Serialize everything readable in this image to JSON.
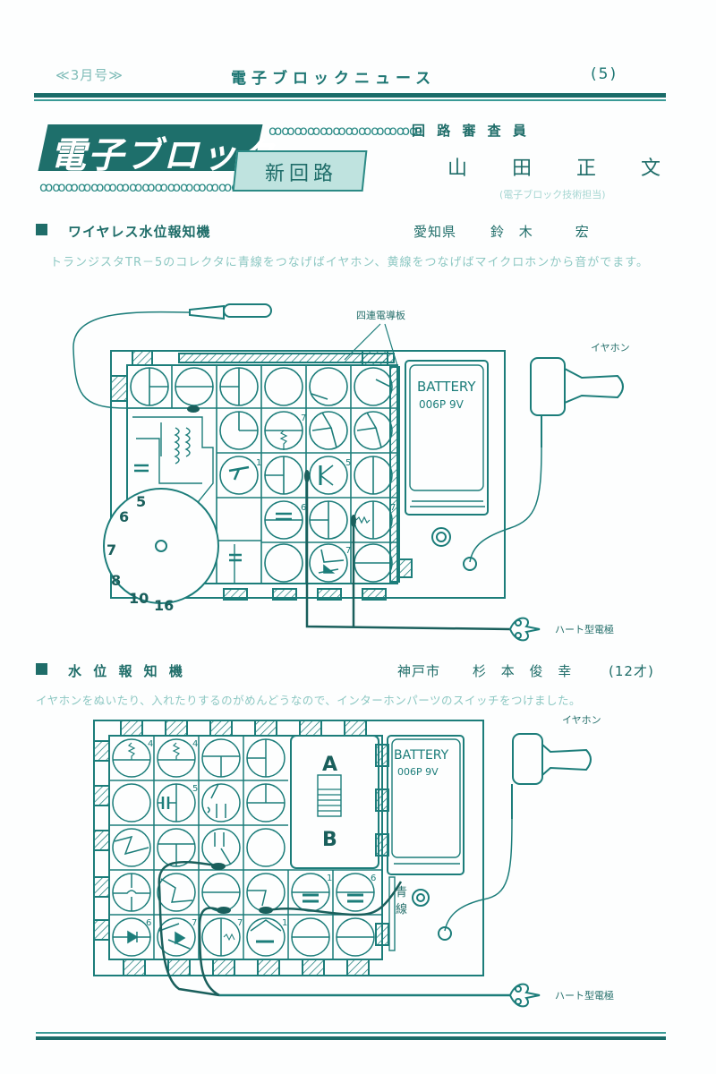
{
  "header": {
    "issue": "≪3月号≫",
    "title": "電子ブロックニュース",
    "page": "(5)"
  },
  "banner": {
    "logo": "電子ブロック",
    "subtitle": "新回路",
    "reviewer_role": "回 路 審 査 員",
    "reviewer_name": "山　田　正　文",
    "reviewer_note": "(電子ブロック技術担当)"
  },
  "article1": {
    "title": "ワイヤレス水位報知機",
    "author_pref": "愛知県",
    "author_name": "鈴 木　　宏",
    "body": "トランジスタTR－5のコレクタに青線をつなげばイヤホン、黄線をつなげばマイクロホンから音がでます。",
    "labels": {
      "plate": "四連電導板",
      "earphone": "イヤホン",
      "battery": "BATTERY",
      "battery_type": "006P 9V",
      "electrode": "ハート型電極"
    },
    "dial_numbers": [
      "5",
      "6",
      "7",
      "8",
      "10",
      "16"
    ]
  },
  "article2": {
    "title": "水 位 報 知 機",
    "author_pref": "神戸市",
    "author_name": "杉 本 俊 幸",
    "author_age": "(12才)",
    "body": "イヤホンをぬいたり、入れたりするのがめんどうなので、インターホンパーツのスイッチをつけました。",
    "labels": {
      "earphone": "イヤホン",
      "battery": "BATTERY",
      "battery_type": "006P 9V",
      "switch_a": "A",
      "switch_b": "B",
      "blue_wire_1": "青",
      "blue_wire_2": "線",
      "electrode": "ハート型電極"
    }
  },
  "colors": {
    "ink": "#1c7d7a",
    "dark": "#1a5f5c",
    "paper": "#fdfefe"
  }
}
